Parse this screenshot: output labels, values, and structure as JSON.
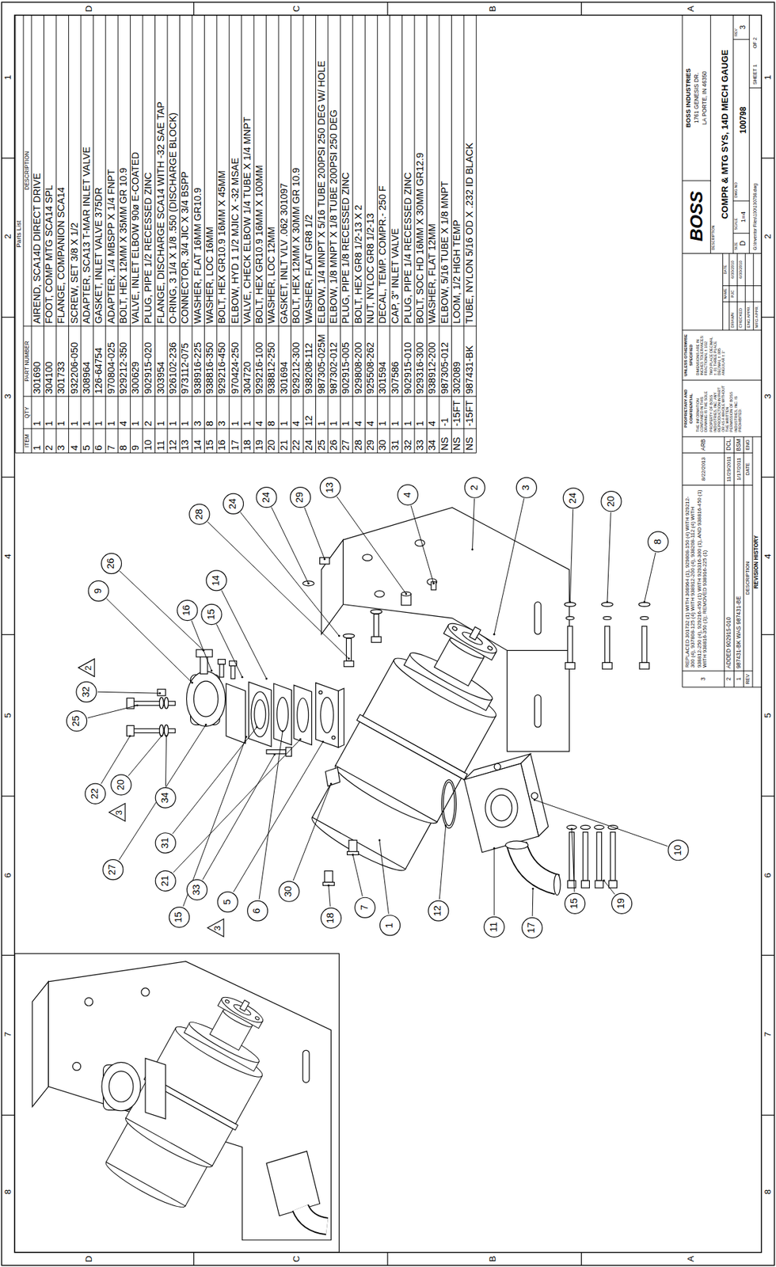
{
  "diagram": {
    "nodes": [
      {
        "text": [
          "9"
        ]
      },
      {
        "text": [
          "26"
        ]
      },
      {
        "text": [
          "16"
        ]
      },
      {
        "text": [
          "15"
        ]
      },
      {
        "text": [
          "14"
        ]
      },
      {
        "text": [
          "28"
        ]
      },
      {
        "text": [
          "24"
        ]
      },
      {
        "text": [
          "24"
        ]
      },
      {
        "text": [
          "29"
        ]
      },
      {
        "text": [
          "13"
        ]
      },
      {
        "text": [
          "4"
        ]
      },
      {
        "text": [
          "2"
        ]
      },
      {
        "text": [
          "3"
        ]
      },
      {
        "text": [
          "24"
        ]
      },
      {
        "text": [
          "20"
        ]
      },
      {
        "text": [
          "8"
        ]
      },
      {
        "text": [
          "10"
        ]
      },
      {
        "text": [
          "19"
        ]
      },
      {
        "text": [
          "15"
        ]
      },
      {
        "text": [
          "17"
        ]
      },
      {
        "text": [
          "11"
        ]
      },
      {
        "text": [
          "12"
        ]
      },
      {
        "text": [
          "1"
        ]
      },
      {
        "text": [
          "7"
        ]
      },
      {
        "text": [
          "18"
        ]
      },
      {
        "text": [
          "30"
        ]
      },
      {
        "text": [
          "6"
        ]
      },
      {
        "text": [
          "5"
        ]
      },
      {
        "text": [
          "33"
        ]
      },
      {
        "text": [
          "15"
        ]
      },
      {
        "text": [
          "21"
        ]
      },
      {
        "text": [
          "31"
        ]
      },
      {
        "text": [
          "27"
        ]
      },
      {
        "text": [
          "34"
        ]
      },
      {
        "text": [
          "20"
        ]
      },
      {
        "text": [
          "22"
        ]
      },
      {
        "text": [
          "25"
        ]
      },
      {
        "text": [
          "32"
        ]
      },
      {
        "text": [
          "2"
        ]
      },
      {
        "text": [
          "3"
        ]
      },
      {
        "text": [
          "3"
        ]
      }
    ],
    "labels": [
      "D",
      "C",
      "B",
      "A",
      "D",
      "C",
      "B",
      "A",
      "1",
      "2",
      "3",
      "4",
      "5",
      "6",
      "7",
      "8",
      "1",
      "2",
      "3",
      "4",
      "5",
      "6",
      "7",
      "8",
      "Parts List",
      "ITEM",
      "QTY",
      "PART NUMBER",
      "DESCRIPTION",
      "1",
      "1",
      "301690",
      "AIREND, SCA14D DIRECT DRIVE",
      "2",
      "1",
      "304100",
      "FOOT, COMP MTG SCA14 SPL",
      "3",
      "1",
      "301733",
      "FLANGE, COMPANION SCA14",
      "4",
      "1",
      "932206-050",
      "SCREW, SET 3/8 X 1/2",
      "5",
      "1",
      "308964",
      "ADAPTER, SCA13 T-MAR INLET VALVE",
      "6",
      "1",
      "126-64754",
      "GASKET, INLET VALVE 375DR",
      "7",
      "1",
      "970804-025",
      "ADAPTER, 1/4 MBSPP X 1/4 FNPT",
      "8",
      "4",
      "929212-350",
      "BOLT, HEX 12MM X 35MM GR 10.9",
      "9",
      "1",
      "300629",
      "VALVE, INLET ELBOW 90ø E-COATED",
      "10",
      "2",
      "902915-020",
      "PLUG, PIPE 1/2 RECESSED ZINC",
      "11",
      "1",
      "303954",
      "FLANGE, DISCHARGE SCA14 WITH -32 SAE TAP",
      "12",
      "1",
      "926102-236",
      "O-RING, 3 1/4 X 1/8 .550 (DISCHARGE BLOCK)",
      "13",
      "1",
      "973112-075",
      "CONNECTOR, 3/4 JIC X 3/4 BSPP",
      "14",
      "3",
      "938916-225",
      "WASHER, FLAT 16MM GR10.9",
      "15",
      "8",
      "938816-350",
      "WASHER, LOC 16MM",
      "16",
      "3",
      "929216-450",
      "BOLT, HEX GR10.9 16MM X 45MM",
      "17",
      "1",
      "970424-250",
      "ELBOW, HYD 1 1/2 MJIC X -32 MSAE",
      "18",
      "1",
      "304720",
      "VALVE, CHECK ELBOW 1/4 TUBE X 1/4 MNPT",
      "19",
      "4",
      "929216-100",
      "BOLT, HEX GR10.9 16MM X 100MM",
      "20",
      "8",
      "938812-250",
      "WASHER, LOC 12MM",
      "21",
      "1",
      "301694",
      "GASKET, INLT VLV .062 301097",
      "22",
      "4",
      "929212-300",
      "BOLT, HEX 12MM X 30MM GR 10.9",
      "24",
      "12",
      "938208-112",
      "WASHER, FLAT GR8 1/2",
      "25",
      "1",
      "987305-025M",
      "ELBOW, 1/4 MNPT X 5/16 TUBE 200PSI 250 DEG W/ HOLE",
      "26",
      "1",
      "987302-012",
      "ELBOW, 1/8 MNPT X 1/8 TUBE 200PSI 250 DEG",
      "27",
      "1",
      "902915-005",
      "PLUG, PIPE 1/8 RECESSED ZINC",
      "28",
      "4",
      "929808-200",
      "BOLT, HEX GR8 1/2-13 X 2",
      "29",
      "4",
      "925508-262",
      "NUT, NYLOC GR8 1/2-13",
      "30",
      "1",
      "301594",
      "DECAL, TEMP. COMPR.- 250 F",
      "31",
      "1",
      "307586",
      "CAP, 3\" INLET VALVE",
      "32",
      "1",
      "902915-010",
      "PLUG, PIPE 1/4 RECESSED ZINC",
      "33",
      "1",
      "929316-300",
      "BOLT, SOC HD 16MM X 30MM GR12.9",
      "34",
      "4",
      "938912-200",
      "WASHER, FLAT 12MM",
      "NS",
      "-1",
      "987305-012",
      "ELBOW, 5/16 TUBE X 1/8 MNPT",
      "NS",
      "-15FT",
      "302089",
      "LOOM, 1/2 HIGH TEMP",
      "NS",
      "-15FT",
      "987431-BK",
      "TUBE, NYLON 5/16 OD X .232 ID BLACK",
      "3",
      "REPLACED 301732 (1) WITH 308964 (1), 929808-150 (4) WITH 929212-300 (4), 937808-125 (4) WITH 938912-200 (4), 938208-112 (4) WITH 938812-250 (4), 929216-450 (1) WITH 929316-300 (1), AND 938816-450 (1) WITH 938816-350 (1); REMOVED 938916-225 (1)",
      "8/22/2013",
      "ARB",
      "2",
      "ADDED 902915-010",
      "11/29/2011",
      "DCL",
      "1",
      "987431-BK WAS 987431-BE",
      "1/17/2011",
      "BSM",
      "REV",
      "DESCRIPTION",
      "DATE",
      "ENG",
      "REVISION HISTORY",
      "PROPRIETARY AND CONFIDENTIAL",
      "THE INFORMATION CONTAINED IN THIS DRAWING IS THE SOLE PROPERTY OF BOSS INDUSTRIES, INC. ANY REPRODUCTION IN PART OR AS A WHOLE WITHOUT THE WRITTEN PERMISSION OF BOSS INDUSTRIES, INC. IS PROHIBITED.",
      "UNLESS OTHERWISE SPECIFIED",
      "DIMENSIONS ARE IN INCHES TOLERANCES: FRACTIONAL ± 1/32 TWO PLACE DECIMAL ± .01 THREE PLACE DECIMAL ± .005 ANGULAR ± 1°",
      "NAME",
      "DATE",
      "DRAWN",
      "PJC",
      "6/30/2010",
      "CHECKED",
      "6/30/2010",
      "ENG APPR.",
      "MFG APPR.",
      "BOSS",
      "BOSS INDUSTRIES",
      "1761 GENESIS DR.",
      "LA PORTE, IN 46350",
      "DESCRIPTION",
      "COMPR & MTG SYS, 14D MECH GAUGE",
      "SIZE",
      "D",
      "SCALE",
      "1=4",
      "DWG NO",
      "100798",
      "REV",
      "3",
      "G:\\Inventor Files\\100\\100798.dwg",
      "SHEET 1",
      "OF 2"
    ]
  }
}
